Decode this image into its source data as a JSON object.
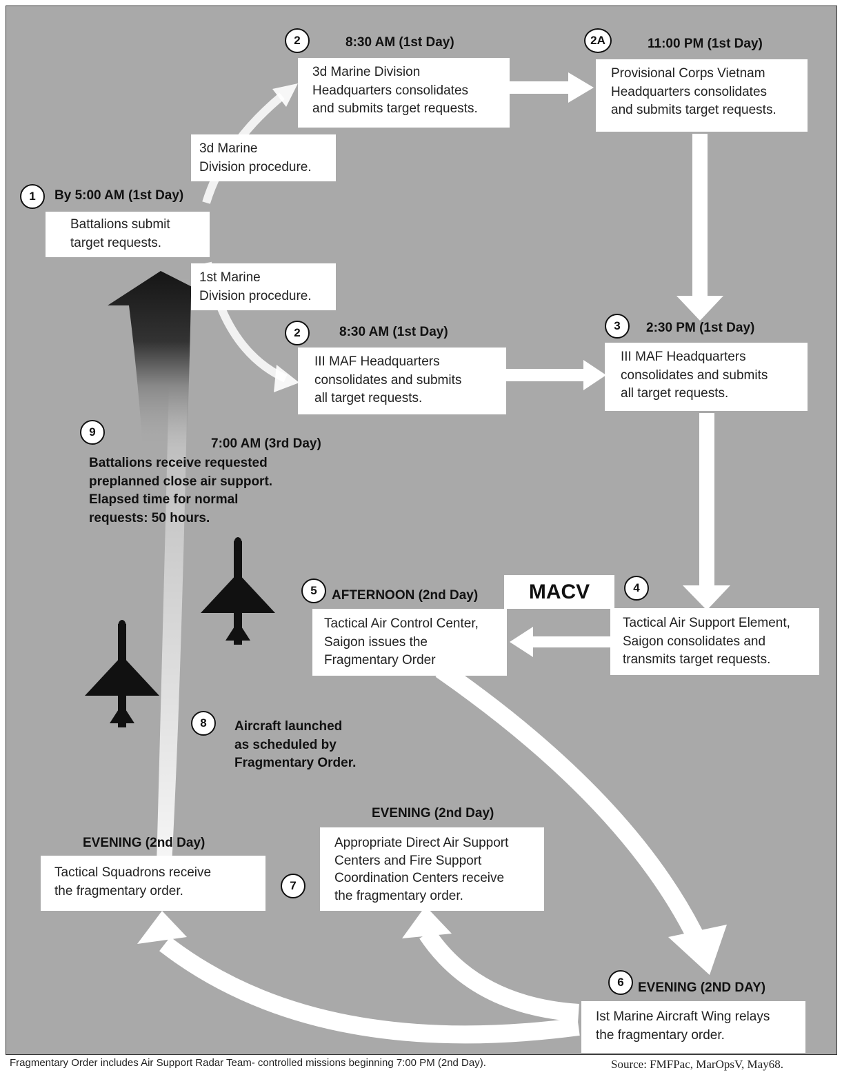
{
  "steps": {
    "s1": {
      "badge": "1",
      "time": "By 5:00 AM  (1st Day)",
      "text": "Battalions submit\ntarget requests."
    },
    "s2a": {
      "badge": "2",
      "time": "8:30 AM  (1st Day)",
      "text": "3d Marine Division\nHeadquarters consolidates\nand submits target requests."
    },
    "s2b": {
      "badge": "2",
      "time": "8:30 AM  (1st Day)",
      "text": "III MAF Headquarters\nconsolidates and submits\nall target requests."
    },
    "s2A": {
      "badge": "2A",
      "time": "11:00 PM  (1st Day)",
      "text": "Provisional Corps Vietnam\nHeadquarters consolidates\nand submits target requests."
    },
    "s3": {
      "badge": "3",
      "time": "2:30 PM  (1st Day)",
      "text": "III MAF Headquarters\nconsolidates and submits\nall target requests."
    },
    "s4": {
      "badge": "4",
      "text": "Tactical Air Support Element,\nSaigon consolidates and\ntransmits target requests."
    },
    "s5": {
      "badge": "5",
      "time": "AFTERNOON (2nd Day)",
      "text": "Tactical Air Control Center,\nSaigon issues the\nFragmentary Order"
    },
    "s6": {
      "badge": "6",
      "time": "EVENING (2ND DAY)",
      "text": "Ist Marine Aircraft Wing relays\nthe fragmentary order."
    },
    "s7": {
      "badge": "7",
      "time": "EVENING (2nd Day)",
      "text": "Appropriate Direct Air Support\nCenters and Fire Support\nCoordination Centers receive\nthe fragmentary order."
    },
    "s7b": {
      "time": "EVENING (2nd Day)",
      "text": "Tactical Squadrons receive\nthe fragmentary order."
    },
    "s8": {
      "badge": "8",
      "text": "Aircraft launched\nas scheduled by\nFragmentary Order."
    },
    "s9": {
      "badge": "9",
      "time": "7:00 AM  (3rd Day)",
      "text": "Battalions receive requested\npreplanned close air support.\nElapsed time for normal\nrequests: 50 hours."
    }
  },
  "procedures": {
    "third_div": "3d Marine\nDivision procedure.",
    "first_div": "1st Marine\nDivision procedure."
  },
  "macv_label": "MACV",
  "footer": "Fragmentary Order includes Air Support Radar Team- controlled missions beginning 7:00 PM (2nd Day).",
  "source": "Source: FMFPac, MarOpsV, May68.",
  "colors": {
    "background": "#a9a9a9",
    "box": "#ffffff",
    "arrow": "#ffffff",
    "aircraft": "#111111",
    "big_arrow_dark": "#1c1c1c"
  }
}
